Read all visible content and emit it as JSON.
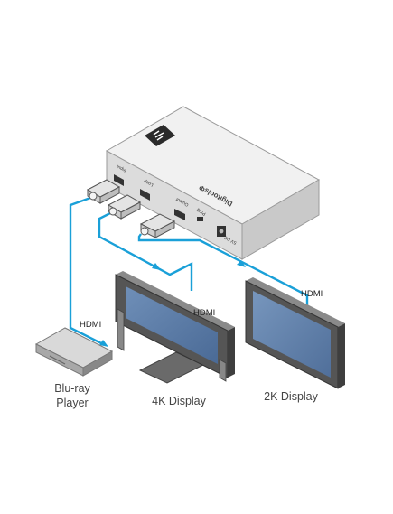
{
  "device": {
    "brand_logo_icon": "kramer-k-logo-icon",
    "model_name": "DigitoolsΦ",
    "port_labels": [
      "Input",
      "Loop",
      "Output",
      "Prog",
      "5V DC"
    ]
  },
  "cables": {
    "to_bluray": "HDMI",
    "to_4k": "HDMI",
    "to_2k": "HDMI"
  },
  "devices": {
    "bluray_line1": "Blu-ray",
    "bluray_line2": "Player",
    "display_4k": "4K Display",
    "display_2k": "2K Display"
  },
  "colors": {
    "cable": "#1aa0d8",
    "device_body": "#e9e9e9",
    "screen": "#5f7fa8"
  }
}
